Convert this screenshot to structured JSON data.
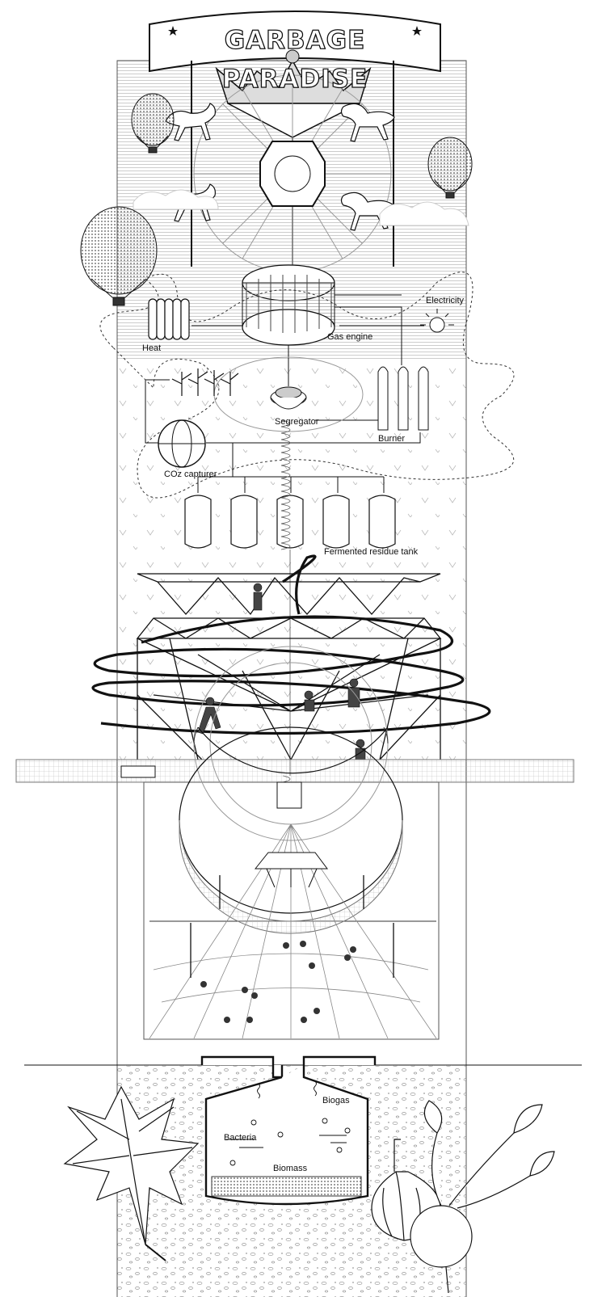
{
  "title": "GARBAGE PARADISE",
  "labels": {
    "electricity": "Electricity",
    "heat": "Heat",
    "gas_engine": "Gas engine",
    "segregator": "Segregator",
    "burner": "Burner",
    "co2_capturer": "COz capturer",
    "fermented_residue_tank": "Fermented residue tank",
    "biogas": "Biogas",
    "bacteria": "Bacteria",
    "biomass": "Biomass"
  },
  "colors": {
    "ink": "#111111",
    "paper": "#ffffff",
    "hatch": "#9a9a9a"
  }
}
